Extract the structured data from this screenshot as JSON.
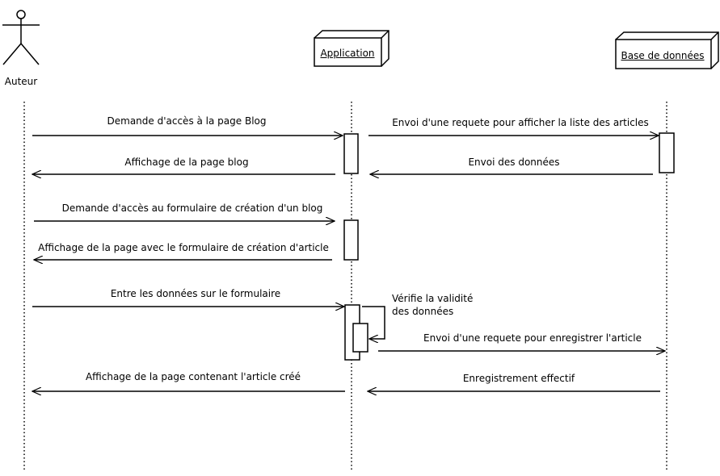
{
  "participants": {
    "actor": "Auteur",
    "app": "Application",
    "db": "Base de données"
  },
  "messages": {
    "m1": "Demande d'accès à la page Blog",
    "m2": "Envoi d'une requete pour afficher la liste des articles",
    "m3": "Envoi des données",
    "m4": "Affichage de la page blog",
    "m5": "Demande d'accès au formulaire de création d'un blog",
    "m6": "Affichage de la page avec le formulaire de création d'article",
    "m7": "Entre les données sur le formulaire",
    "m8_line1": "Vérifie la validité",
    "m8_line2": "des données",
    "m9": "Envoi d'une requete pour enregistrer l'article",
    "m10": "Enregistrement effectif",
    "m11": "Affichage de la page contenant l'article créé"
  }
}
